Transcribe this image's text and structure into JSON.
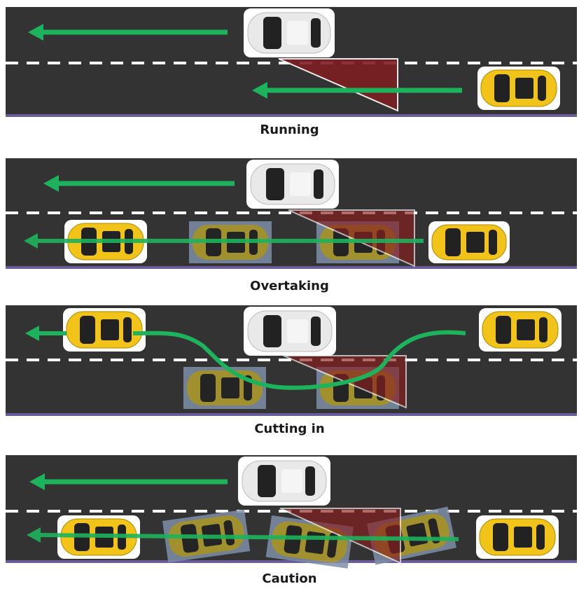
{
  "panels": [
    {
      "caption": "Running"
    },
    {
      "caption": "Overtaking"
    },
    {
      "caption": "Cutting in"
    },
    {
      "caption": "Caution"
    }
  ],
  "colors": {
    "road": "#333333",
    "lane_dash": "#ffffff",
    "arrow": "#1db35c",
    "ego_car": "#e9e9e9",
    "other_car": "#f2c318",
    "ghost_car": "#b5a12e",
    "danger_zone": "#7d1f22",
    "road_edge": "#6a5b9a"
  },
  "icons": [
    "white-car-icon",
    "yellow-car-icon",
    "arrow-left-icon",
    "blind-spot-zone"
  ]
}
